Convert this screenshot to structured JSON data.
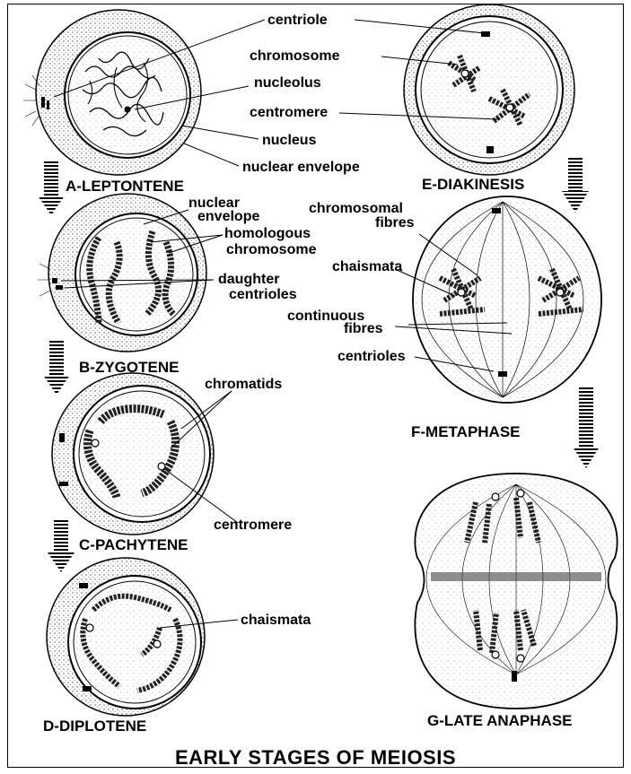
{
  "title": "EARLY STAGES OF MEIOSIS",
  "stages": {
    "a": "A-LEPTONTENE",
    "b": "B-ZYGOTENE",
    "c": "C-PACHYTENE",
    "d": "D-DIPLOTENE",
    "e": "E-DIAKINESIS",
    "f": "F-METAPHASE",
    "g": "G-LATE ANAPHASE"
  },
  "labels": {
    "centriole": "centriole",
    "chromosome": "chromosome",
    "nucleolus": "nucleolus",
    "centromere_e": "centromere",
    "nucleus": "nucleus",
    "nuclear_envelope_a": "nuclear envelope",
    "nuclear_b": "nuclear",
    "envelope_b": "envelope",
    "homologous": "homologous",
    "chromosome_b": "chromosome",
    "daughter": "daughter",
    "centrioles_b": "centrioles",
    "chromosomal": "chromosomal",
    "fibres_f": "fibres",
    "chaismata_f": "chaismata",
    "continuous": "continuous",
    "fibres_f2": "fibres",
    "centrioles_f": "centrioles",
    "chromatids": "chromatids",
    "centromere_c": "centromere",
    "chaismata_d": "chaismata"
  },
  "colors": {
    "ink": "#000000",
    "paper": "#ffffff",
    "stipple": "#808080"
  }
}
